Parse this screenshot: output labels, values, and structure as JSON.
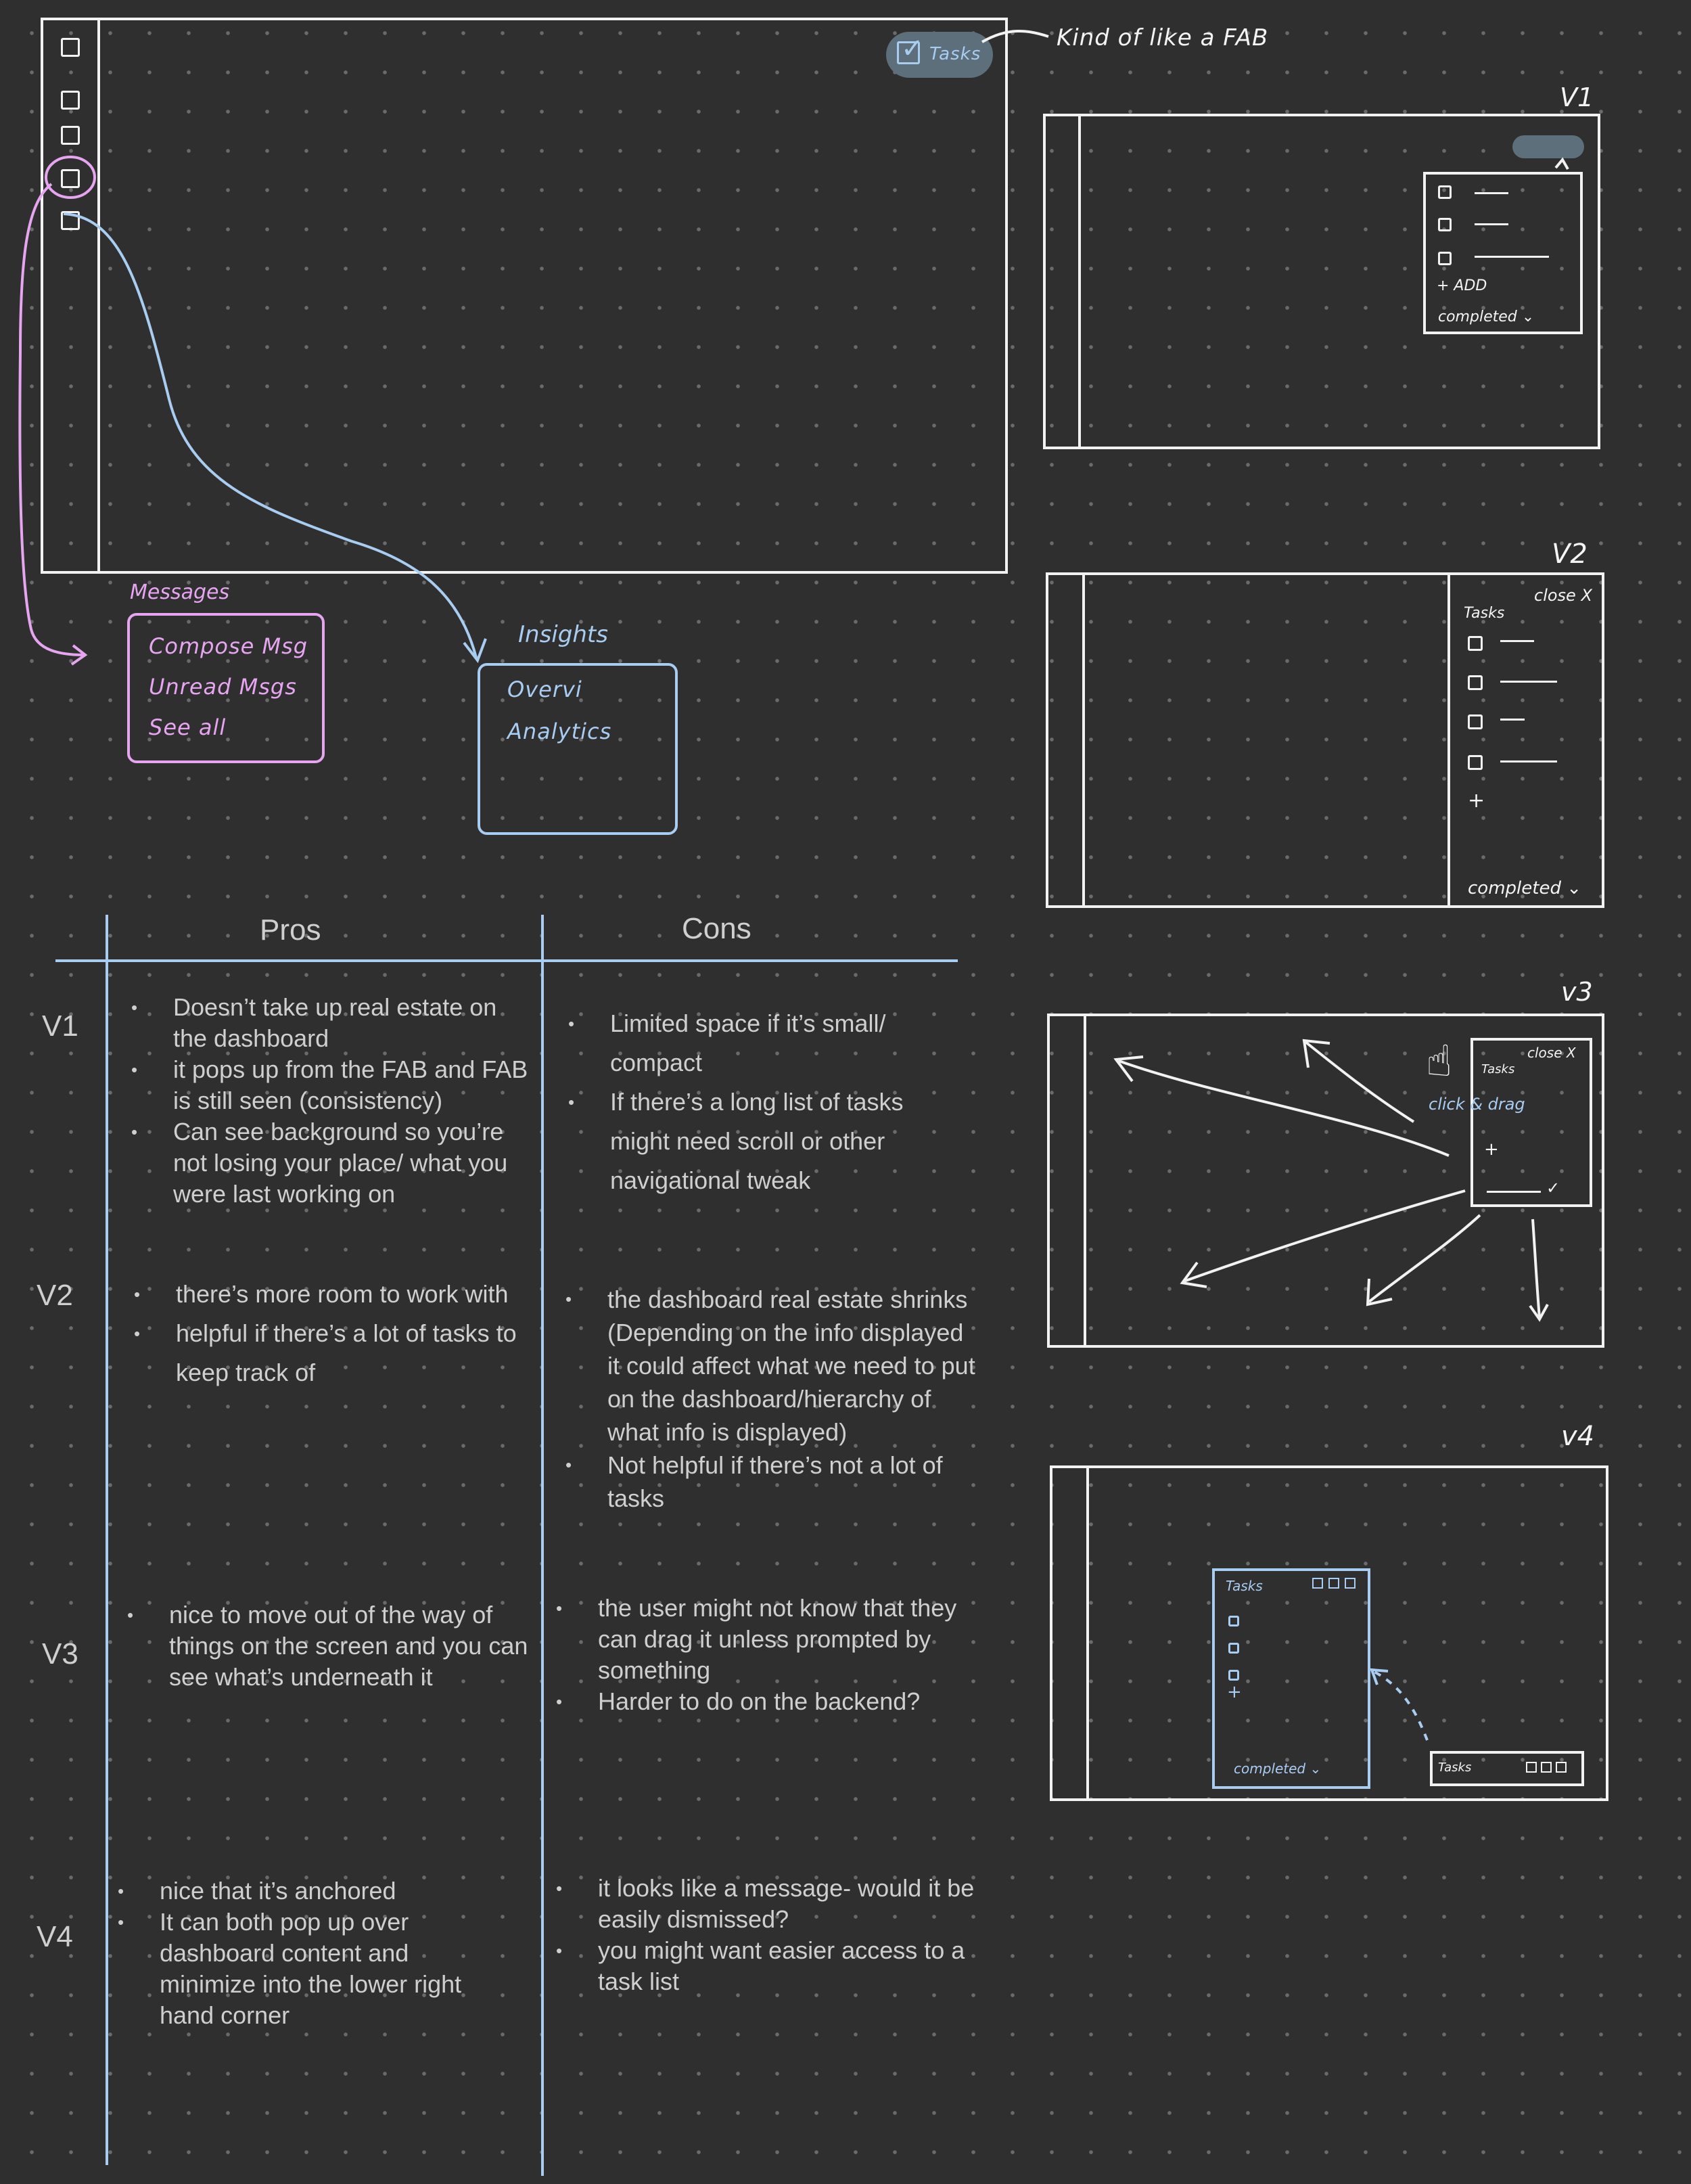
{
  "sketch": {
    "fab_label": "Tasks",
    "fab_note": "Kind of like a FAB",
    "messages": {
      "title": "Messages",
      "items": [
        "Compose Msg",
        "Unread Msgs",
        "See all"
      ]
    },
    "insights": {
      "title": "Insights",
      "items": [
        "Overvi",
        "Analytics"
      ]
    },
    "v1": {
      "label": "V1",
      "add": "+ ADD",
      "completed": "completed ⌄"
    },
    "v2": {
      "label": "V2",
      "close": "close X",
      "tasks": "Tasks",
      "plus": "+",
      "completed": "completed ⌄"
    },
    "v3": {
      "label": "v3",
      "close": "close X",
      "tasks": "Tasks",
      "click_drag": "click & drag",
      "plus": "+"
    },
    "v4": {
      "label": "v4",
      "tasks": "Tasks",
      "plus": "+",
      "completed": "completed ⌄",
      "mini_tasks": "Tasks"
    }
  },
  "table": {
    "pros_header": "Pros",
    "cons_header": "Cons",
    "rows": [
      {
        "label": "V1",
        "pros": [
          "Doesn’t take up real estate on the dashboard",
          "it pops up from the FAB and FAB is still seen (consistency)",
          "Can see  background so you’re not losing your place/ what you were last working on"
        ],
        "cons": [
          "Limited space if it’s small/ compact",
          "If there’s a long list of tasks might need scroll or other navigational tweak"
        ]
      },
      {
        "label": "V2",
        "pros": [
          "there’s more room to work with",
          "helpful if there’s a lot of tasks to keep track of"
        ],
        "cons": [
          "the dashboard real estate shrinks (Depending on the info displayed it could affect what we need to put on the dashboard/hierarchy of what info is displayed)",
          "Not helpful if there’s not a lot of tasks"
        ]
      },
      {
        "label": "V3",
        "pros": [
          "nice to move out of the way of things on the screen and you can see what’s underneath it"
        ],
        "cons": [
          "the user might not know that they can drag it unless prompted by something",
          "Harder to do on the backend?"
        ]
      },
      {
        "label": "V4",
        "pros": [
          "nice that it’s anchored",
          "It can both pop up over dashboard content and minimize into the lower right hand corner"
        ],
        "cons": [
          "it looks like a message- would it be easily dismissed?",
          "you might want easier access to a task list"
        ]
      }
    ]
  },
  "colors": {
    "background": "#2f2f30",
    "sketch_white": "#f2f2f2",
    "sketch_blue": "#a9cdf1",
    "sketch_pink": "#e6a6ef",
    "fab_fill": "#5d6f7a"
  }
}
